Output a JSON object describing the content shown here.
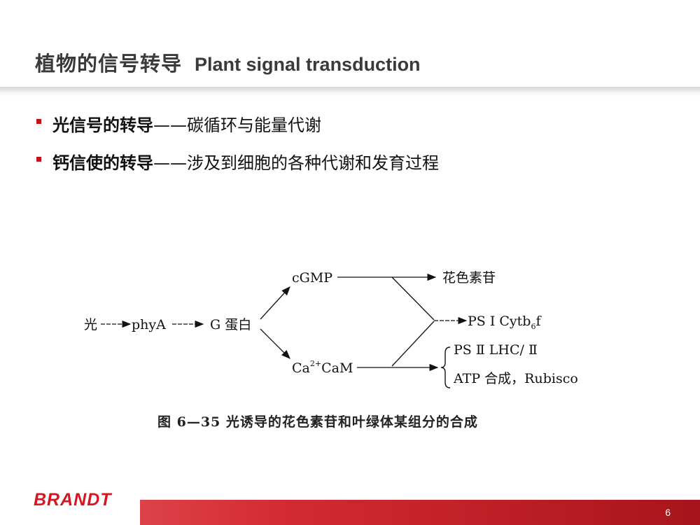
{
  "header": {
    "title_cn": "植物的信号转导",
    "title_en": "Plant signal transduction"
  },
  "bullets": [
    {
      "bold": "光信号的转导",
      "rest": "——碳循环与能量代谢"
    },
    {
      "bold": "钙信使的转导",
      "rest": "——涉及到细胞的各种代谢和发育过程"
    }
  ],
  "diagram": {
    "nodes": {
      "light": "光",
      "phya": "phyA",
      "gprotein": "G 蛋白",
      "cgmp": "cGMP",
      "ca_prefix": "Ca",
      "ca_sup": "2+",
      "ca_suffix": "CaM",
      "anthocyanin": "花色素苷",
      "ps1_prefix": "PS Ⅰ  Cytb",
      "ps1_sub": "6",
      "ps1_suffix": "f",
      "ps2": "PS Ⅱ  LHC/ Ⅱ",
      "atp": "ATP 合成，Rubisco"
    },
    "caption": "图 6—35   光诱导的花色素苷和叶绿体某组分的合成"
  },
  "footer": {
    "logo": "BRANDT",
    "page_number": "6"
  }
}
